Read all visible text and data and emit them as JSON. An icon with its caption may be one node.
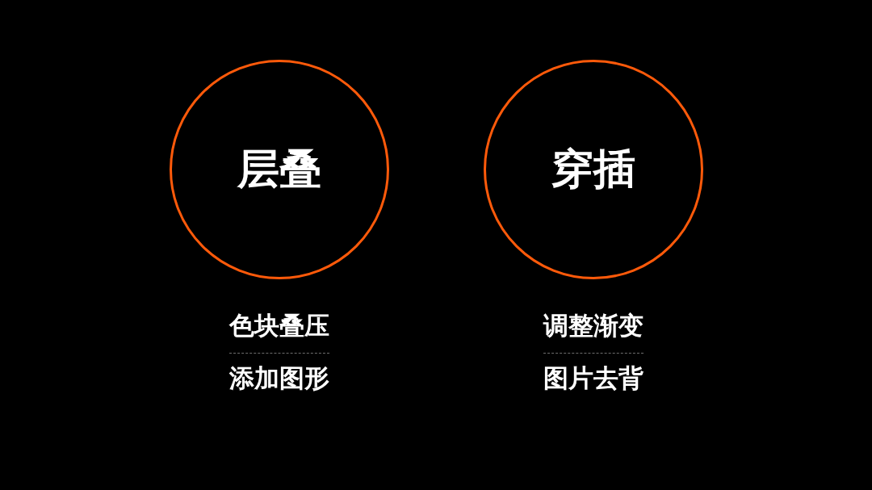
{
  "diagram": {
    "nodes": [
      {
        "text": [
          "层叠"
        ],
        "beside": [
          "色块叠压",
          "添加图形"
        ]
      },
      {
        "text": [
          "穿插"
        ],
        "beside": [
          "调整渐变",
          "图片去背"
        ]
      }
    ]
  }
}
